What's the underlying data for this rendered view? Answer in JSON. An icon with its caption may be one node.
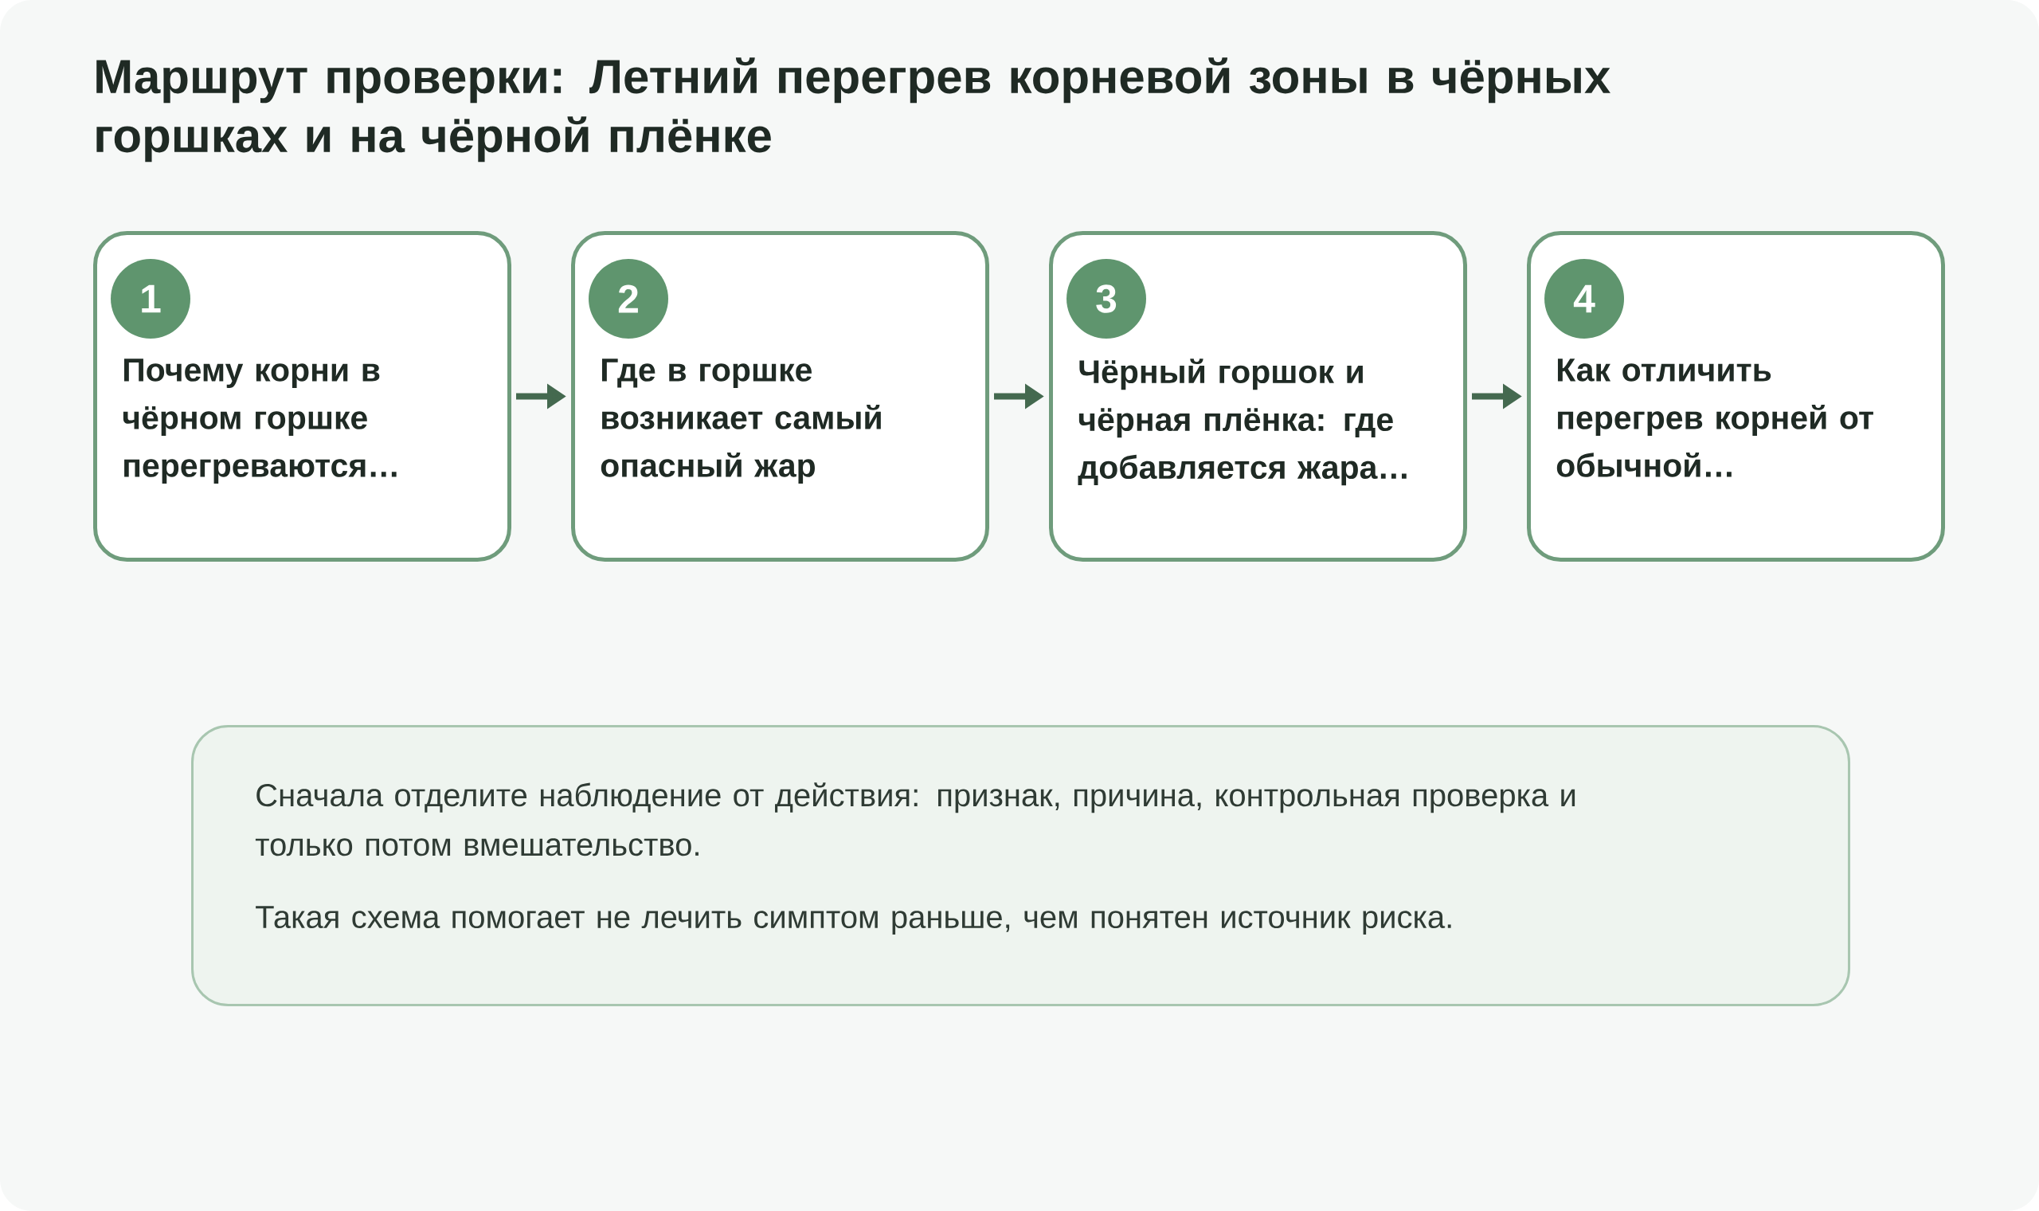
{
  "diagram": {
    "title": "Маршрут проверки: Летний перегрев корневой зоны в чёрных горшках и на чёрной плёнке",
    "nodes": [
      {
        "text": [
          "Почему корни в чёрном горшке перегреваются…"
        ]
      },
      {
        "text": [
          "1"
        ],
        "in": 0
      },
      {
        "text": [
          "Где в горшке возникает самый опасный жар"
        ]
      },
      {
        "text": [
          "2"
        ],
        "in": 2
      },
      {
        "text": [
          "Чёрный горшок и чёрная плёнка: где добавляется жара…"
        ]
      },
      {
        "text": [
          "3"
        ],
        "in": 4
      },
      {
        "text": [
          "Как отличить перегрев корней от обычной…"
        ]
      },
      {
        "text": [
          "4"
        ],
        "in": 6
      },
      {
        "text": [
          "Сначала отделите наблюдение от действия: признак, причина, контрольная проверка и только потом вмешательство.",
          "Такая схема помогает не лечить симптом раньше, чем понятен источник риска."
        ]
      }
    ],
    "edges": [
      {
        "from": 0,
        "to": 2,
        "arrow": "to"
      },
      {
        "from": 2,
        "to": 4,
        "arrow": "to"
      },
      {
        "from": 4,
        "to": 6,
        "arrow": "to"
      }
    ]
  }
}
